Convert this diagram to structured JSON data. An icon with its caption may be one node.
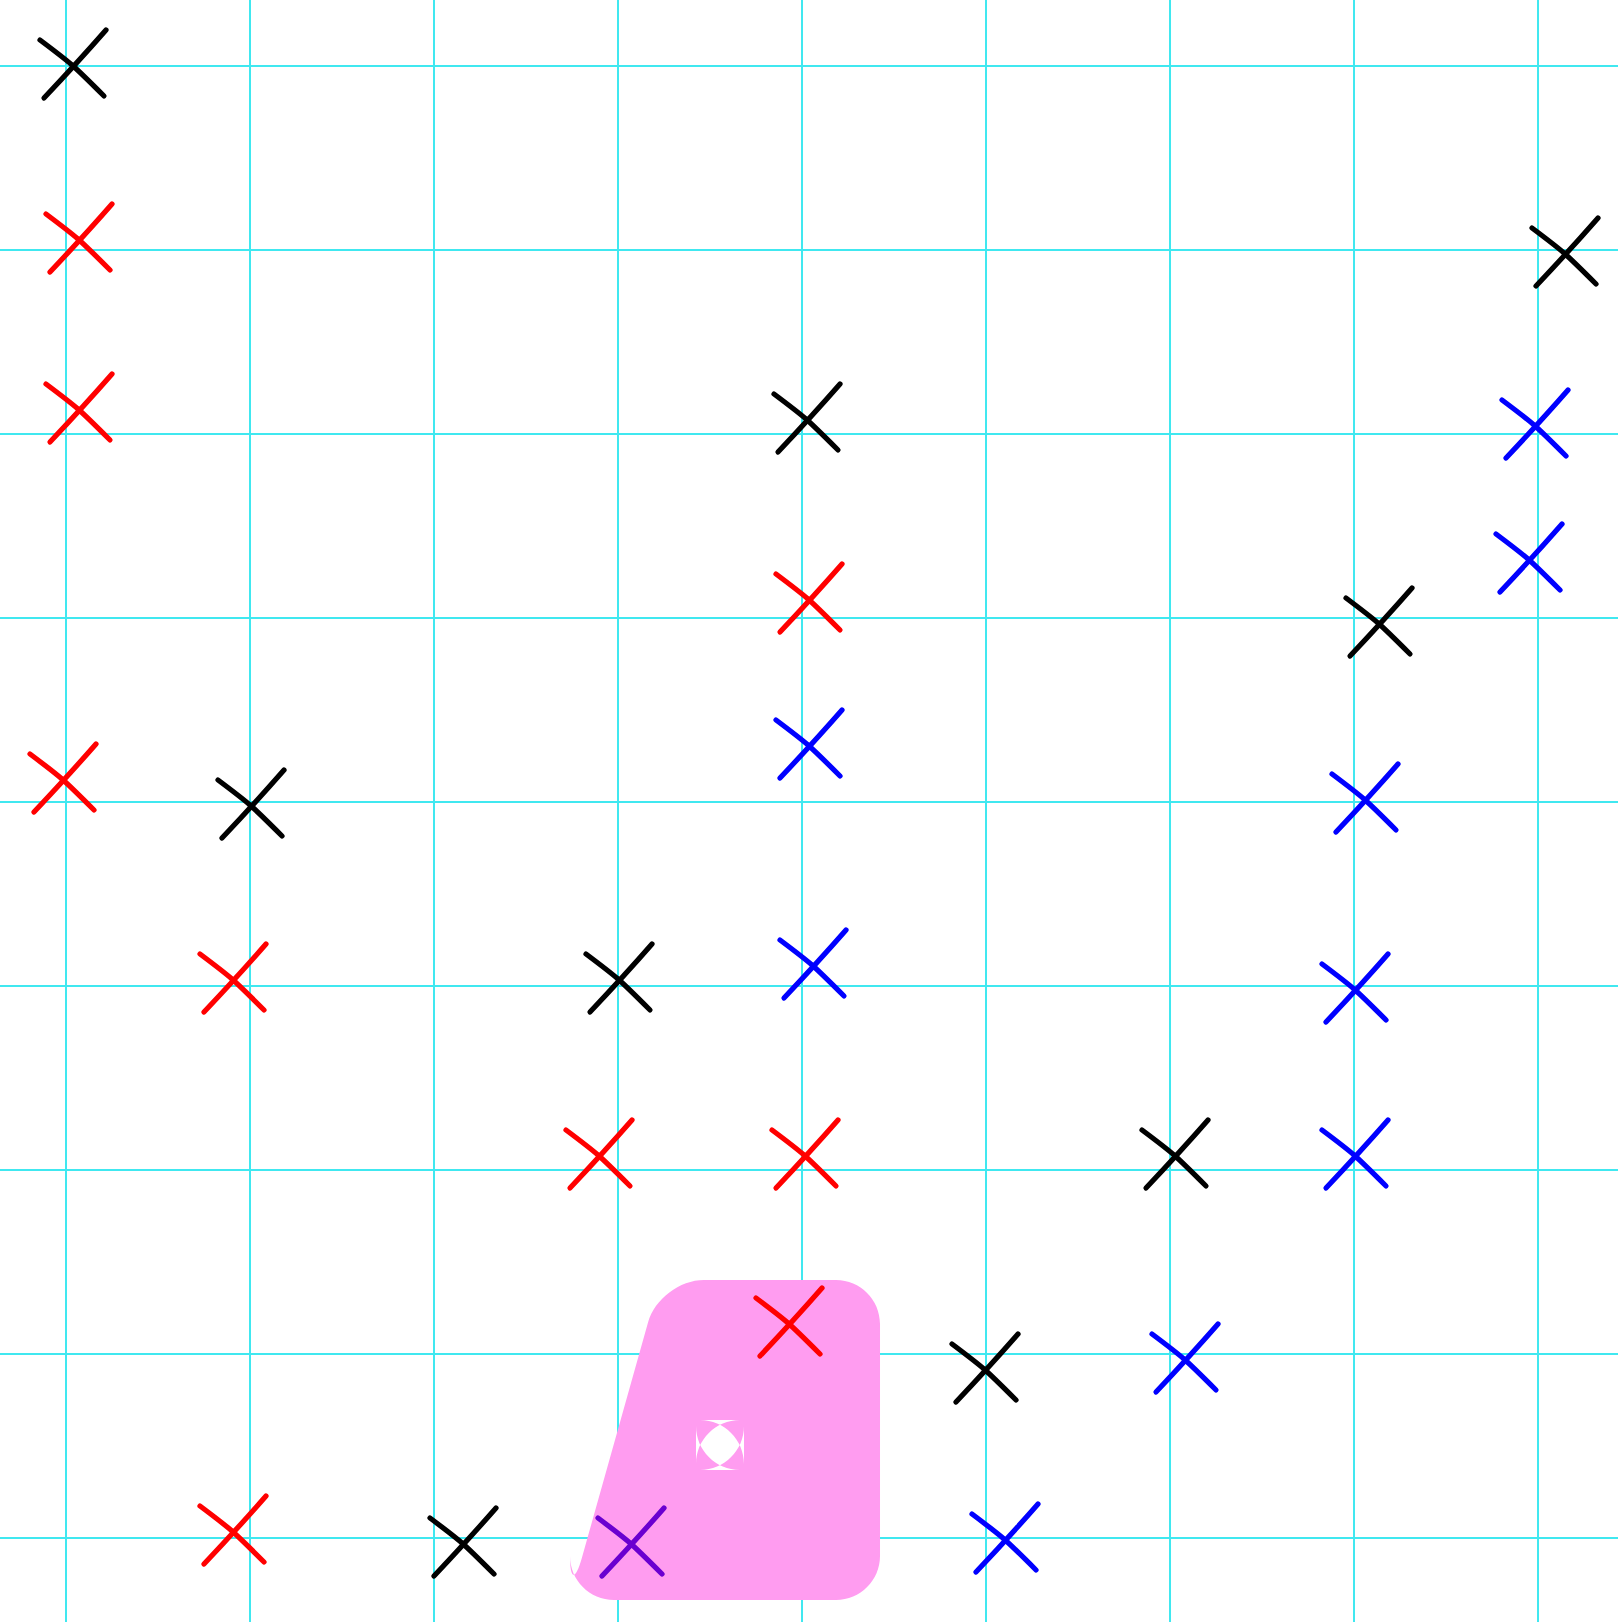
{
  "diagram": {
    "nodes": [
      {
        "text": [],
        "shape": "cross"
      },
      {
        "text": [],
        "shape": "cross"
      },
      {
        "text": [],
        "shape": "cross"
      },
      {
        "text": [],
        "shape": "cross"
      },
      {
        "text": [],
        "shape": "cross"
      },
      {
        "text": [],
        "shape": "cross"
      },
      {
        "text": [],
        "shape": "cross"
      },
      {
        "text": [],
        "shape": "cross"
      },
      {
        "text": [],
        "shape": "cross"
      },
      {
        "text": [],
        "shape": "cross"
      },
      {
        "text": [],
        "shape": "cross"
      },
      {
        "text": [],
        "shape": "cross"
      },
      {
        "text": [],
        "shape": "cross"
      },
      {
        "text": [],
        "shape": "cross"
      },
      {
        "text": [],
        "shape": "cross"
      },
      {
        "text": [],
        "shape": "cross"
      },
      {
        "text": [],
        "shape": "cross"
      },
      {
        "text": [],
        "shape": "cross"
      },
      {
        "text": [],
        "shape": "cross"
      },
      {
        "text": [],
        "shape": "cross"
      },
      {
        "text": [],
        "shape": "cross"
      },
      {
        "text": [],
        "shape": "cross"
      },
      {
        "text": [],
        "shape": "cross"
      },
      {
        "text": [],
        "shape": "cross"
      },
      {
        "text": [],
        "shape": "cross"
      },
      {
        "text": [],
        "shape": "cross"
      },
      {
        "text": [],
        "shape": "cross"
      },
      {
        "text": [],
        "shape": "cross"
      }
    ]
  }
}
